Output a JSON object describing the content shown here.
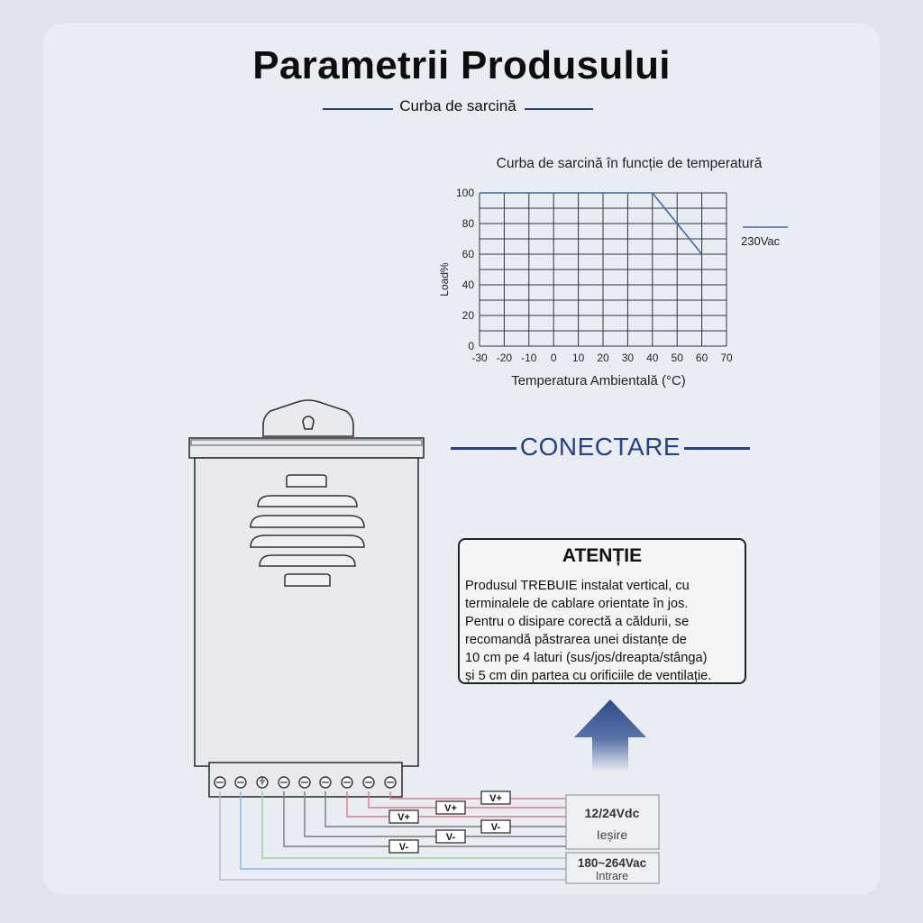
{
  "header": {
    "title": "Parametrii Produsului",
    "subtitle": "Curba de sarcină"
  },
  "chart_data": {
    "type": "line",
    "title": "Curba de sarcină în funcție de temperatură",
    "xlabel": "Temperatura Ambientală (°C)",
    "ylabel": "Load%",
    "x_ticks": [
      -30,
      -20,
      -10,
      0,
      10,
      20,
      30,
      40,
      50,
      60,
      70
    ],
    "y_ticks": [
      0,
      20,
      40,
      60,
      80,
      100
    ],
    "xlim": [
      -30,
      70
    ],
    "ylim": [
      0,
      100
    ],
    "grid": true,
    "legend_position": "right",
    "series": [
      {
        "name": "230Vac",
        "color": "#3a6aa8",
        "x": [
          -30,
          40,
          60
        ],
        "y": [
          100,
          100,
          60
        ]
      }
    ]
  },
  "connection": {
    "heading": "CONECTARE",
    "warning_title": "ATENȚIE",
    "warning_lines": [
      "Produsul TREBUIE instalat vertical, cu",
      "terminalele de cablare orientate în jos.",
      "Pentru o disipare corectă a căldurii, se",
      "recomandă păstrarea unei distanțe de",
      "10 cm pe 4 laturi (sus/jos/dreapta/stânga)",
      "și 5 cm din partea cu orificiile de ventilație."
    ],
    "output_voltage": "12/24Vdc",
    "output_label": "Ieșire",
    "input_voltage": "180~264Vac",
    "input_label": "Intrare",
    "terminal_labels": [
      "V+",
      "V+",
      "V+",
      "V-",
      "V-",
      "V-"
    ],
    "up_arrow_icon": "arrow-up-icon",
    "colors": {
      "accent": "#24428a",
      "positive_wire": "#e07a8a",
      "negative_wire": "#7a7a7a",
      "line_wire": "#86b6e6",
      "neutral_wire": "#9fd49a"
    }
  }
}
